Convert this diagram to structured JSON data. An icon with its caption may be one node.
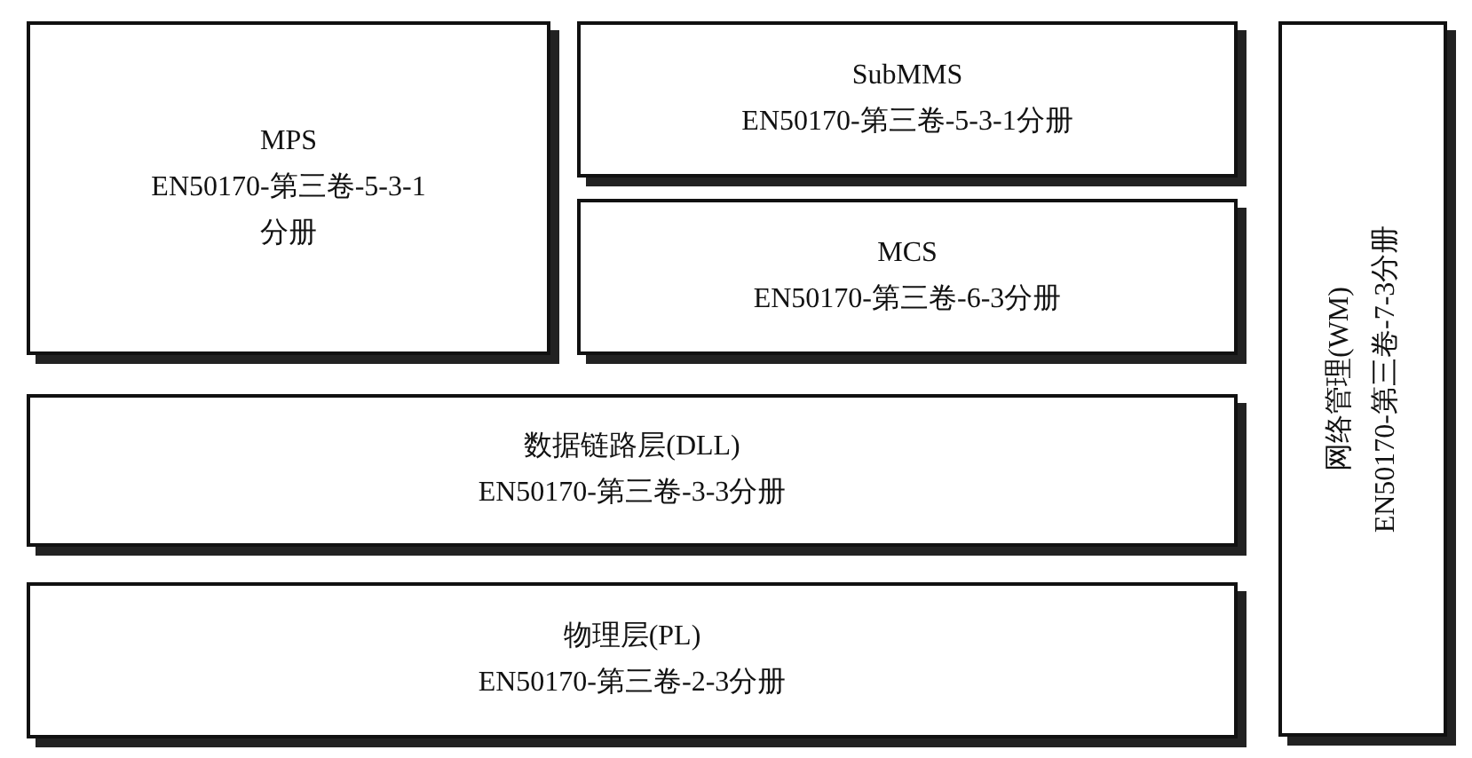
{
  "diagram": {
    "nodes": [
      {
        "text": [
          "MPS",
          "EN50170-第三卷-5-3-1分册"
        ]
      },
      {
        "text": [
          "SubMMS",
          "EN50170-第三卷-5-3-1分册"
        ]
      },
      {
        "text": [
          "MCS",
          "EN50170-第三卷-6-3分册"
        ]
      },
      {
        "text": [
          "数据链路层(DLL)",
          "EN50170-第三卷-3-3分册"
        ]
      },
      {
        "text": [
          "物理层(PL)",
          "EN50170-第三卷-2-3分册"
        ]
      },
      {
        "text": [
          "网络管理(WM)",
          "EN50170-第三卷-7-3分册"
        ]
      }
    ],
    "edges": []
  }
}
